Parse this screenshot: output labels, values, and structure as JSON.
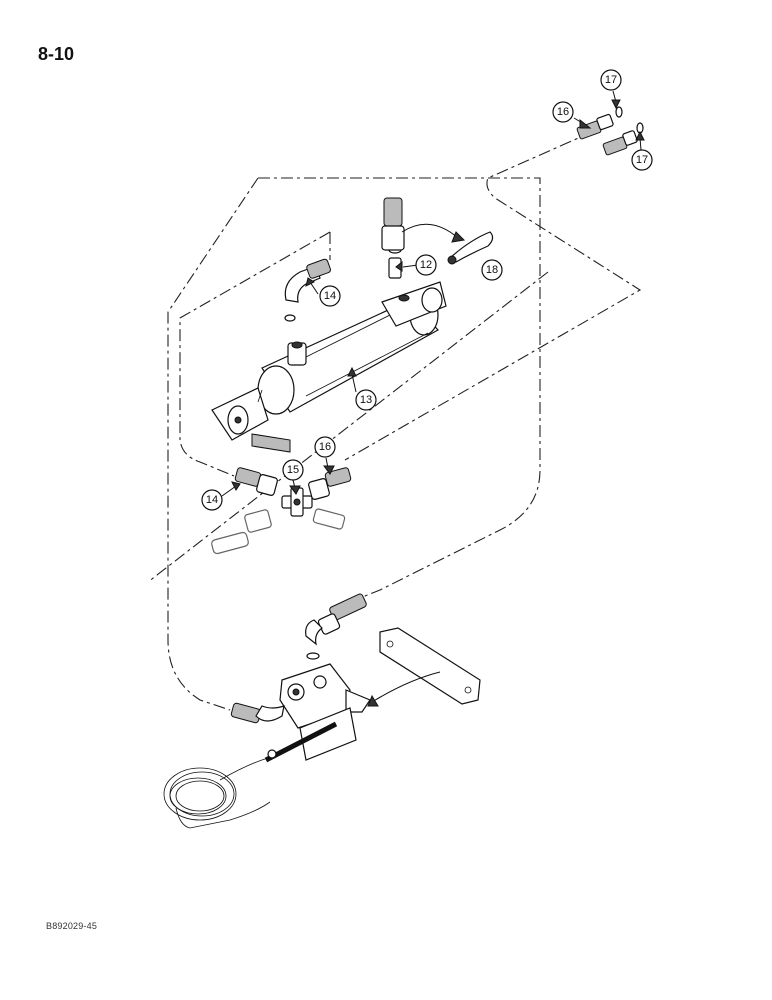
{
  "page": {
    "page_number": "8-10",
    "figure_code": "B892029-45"
  },
  "callouts": [
    {
      "id": "c12",
      "label": "12"
    },
    {
      "id": "c13",
      "label": "13"
    },
    {
      "id": "c14a",
      "label": "14"
    },
    {
      "id": "c14b",
      "label": "14"
    },
    {
      "id": "c15",
      "label": "15"
    },
    {
      "id": "c16a",
      "label": "16"
    },
    {
      "id": "c16b",
      "label": "16"
    },
    {
      "id": "c17a",
      "label": "17"
    },
    {
      "id": "c17b",
      "label": "17"
    },
    {
      "id": "c18",
      "label": "18"
    }
  ]
}
